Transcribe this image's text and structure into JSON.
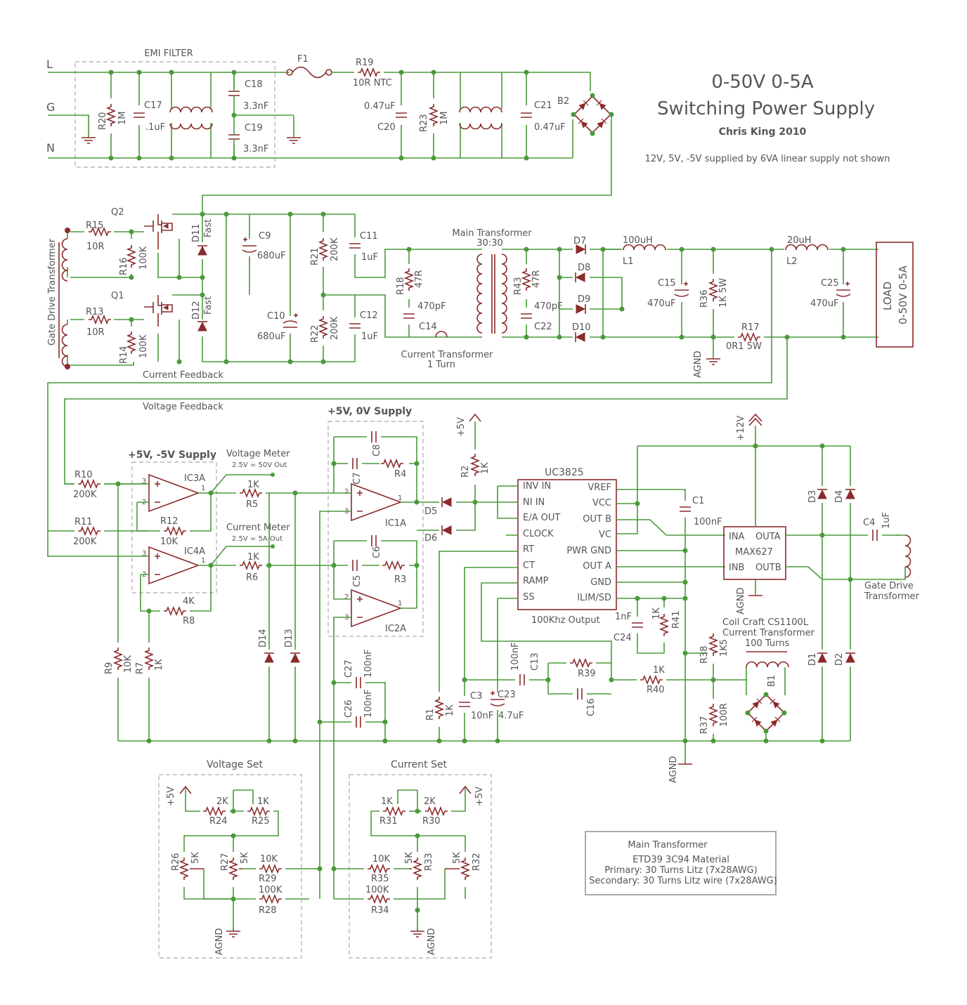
{
  "title": {
    "line1": "0-50V 0-5A",
    "line2": "Switching Power Supply",
    "author": "Chris King 2010",
    "note": "12V, 5V, -5V supplied by 6VA linear supply not shown"
  },
  "groups": {
    "emi_filter": "EMI FILTER",
    "supply_5v_0v": "+5V, 0V Supply",
    "supply_5v_m5v": "+5V, -5V Supply",
    "voltage_set": "Voltage Set",
    "current_set": "Current Set"
  },
  "inputs": {
    "L": "L",
    "G": "G",
    "N": "N"
  },
  "labels": {
    "gate_drive_transformer": "Gate Drive Transformer",
    "gate_drive": "Gate Drive",
    "transformer": "Transformer",
    "current_feedback": "Current Feedback",
    "voltage_feedback": "Voltage Feedback",
    "main_transformer": "Main Transformer",
    "ratio": "30:30",
    "current_transformer": "Current Transformer",
    "one_turn": "1 Turn",
    "voltage_meter": "Voltage Meter",
    "voltage_meter_scale": "2.5V = 50V Out",
    "current_meter": "Current Meter",
    "current_meter_scale": "2.5V = 5A Out",
    "coilcraft1": "Coil Craft CS1100L",
    "coilcraft2": "Current Transformer",
    "coilcraft3": "100 Turns",
    "out100k": "100Khz Output",
    "load1": "LOAD",
    "load2": "0-50V 0-5A",
    "agnd": "AGND",
    "p5v": "+5V",
    "p12v": "+12V",
    "fast": "Fast"
  },
  "uc3825": {
    "name": "UC3825",
    "left_pins": [
      "INV IN",
      "NI IN",
      "E/A OUT",
      "CLOCK",
      "RT",
      "CT",
      "RAMP",
      "SS"
    ],
    "right_pins": [
      "VREF",
      "VCC",
      "OUT B",
      "VC",
      "PWR GND",
      "OUT A",
      "GND",
      "ILIM/SD"
    ]
  },
  "max627": {
    "name": "MAX627",
    "pins": [
      "INA",
      "OUTA",
      "INB",
      "OUTB"
    ],
    "gnd": "AGND"
  },
  "components": {
    "F1": "F1",
    "R19": "R19",
    "R19v": "10R NTC",
    "R20": "R20",
    "R20v": "1M",
    "C17": "C17",
    "C17v": ".1uF",
    "C18": "C18",
    "C18v": "3.3nF",
    "C19": "C19",
    "C19v": "3.3nF",
    "C20": "C20",
    "C20v": "0.47uF",
    "R23": "R23",
    "R23v": "1M",
    "C21": "C21",
    "C21v": "0.47uF",
    "B2": "B2",
    "Q1": "Q1",
    "Q2": "Q2",
    "R15": "R15",
    "R15v": "10R",
    "R16": "R16",
    "R16v": "100K",
    "R13": "R13",
    "R13v": "10R",
    "R14": "R14",
    "R14v": "100K",
    "D11": "D11",
    "D12": "D12",
    "C9": "C9",
    "C9v": "680uF",
    "C10": "C10",
    "C10v": "680uF",
    "R21": "R21",
    "R21v": "200K",
    "R22": "R22",
    "R22v": "200K",
    "C11": "C11",
    "C11v": "1uF",
    "C12": "C12",
    "C12v": "1uF",
    "R18": "R18",
    "R18v": "47R",
    "C14": "C14",
    "C14v": "470pF",
    "R43": "R43",
    "R43v": "47R",
    "C22": "C22",
    "C22v": "470pF",
    "D7": "D7",
    "D8": "D8",
    "D9": "D9",
    "D10": "D10",
    "L1": "L1",
    "L1v": "100uH",
    "L2": "L2",
    "L2v": "20uH",
    "C15": "C15",
    "C15v": "470uF",
    "R36": "R36",
    "R36v": "1K 5W",
    "R17": "R17",
    "R17v": "0R1 5W",
    "C25": "C25",
    "C25v": "470uF",
    "R10": "R10",
    "R10v": "200K",
    "R11": "R11",
    "R11v": "200K",
    "R12": "R12",
    "R12v": "10K",
    "IC3A": "IC3A",
    "IC4A": "IC4A",
    "R8": "R8",
    "R8v": "4K",
    "R9": "R9",
    "R9v": "10K",
    "R7": "R7",
    "R7v": "1K",
    "R5": "R5",
    "R5v": "1K",
    "R6": "R6",
    "R6v": "1K",
    "D14": "D14",
    "D13": "D13",
    "C8": "C8",
    "C7": "C7",
    "R4": "R4",
    "IC1A": "IC1A",
    "C6": "C6",
    "C5": "C5",
    "R3": "R3",
    "IC2A": "IC2A",
    "C27": "C27",
    "C27v": "100nF",
    "C26": "C26",
    "C26v": "100nF",
    "D5": "D5",
    "D6": "D6",
    "R2": "R2",
    "R2v": "1K",
    "C1": "C1",
    "C1v": "100nF",
    "R1": "R1",
    "R1v": "1K",
    "C3": "C3",
    "C3v": "10nF",
    "C23": "C23",
    "C23v": "4.7uF",
    "C13": "C13",
    "C13v": "100nF",
    "R39": "R39",
    "C16": "C16",
    "R40": "R40",
    "R40v": "1K",
    "C24": "C24",
    "C24v": "1nF",
    "R41": "R41",
    "R41v": "1K",
    "R38": "R38",
    "R38v": "1K5",
    "R37": "R37",
    "R37v": "100R",
    "B1": "B1",
    "C4": "C4",
    "C4v": "1uF",
    "D1": "D1",
    "D2": "D2",
    "D3": "D3",
    "D4": "D4",
    "R24": "R24",
    "R24v": "2K",
    "R25": "R25",
    "R25v": "1K",
    "R26": "R26",
    "R26v": "5K",
    "R27": "R27",
    "R27v": "5K",
    "R29": "R29",
    "R29v": "10K",
    "R28": "R28",
    "R28v": "100K",
    "R31": "R31",
    "R31v": "1K",
    "R30": "R30",
    "R30v": "2K",
    "R35": "R35",
    "R35v": "10K",
    "R33": "R33",
    "R33v": "5K",
    "R32": "R32",
    "R32v": "5K",
    "R34": "R34",
    "R34v": "100K"
  },
  "main_transformer_note": {
    "title": "Main Transformer",
    "line1": "ETD39 3C94 Material",
    "line2": "Primary: 30 Turns Litz (7x28AWG)",
    "line3": "Secondary: 30 Turns Litz wire (7x28AWG)"
  }
}
